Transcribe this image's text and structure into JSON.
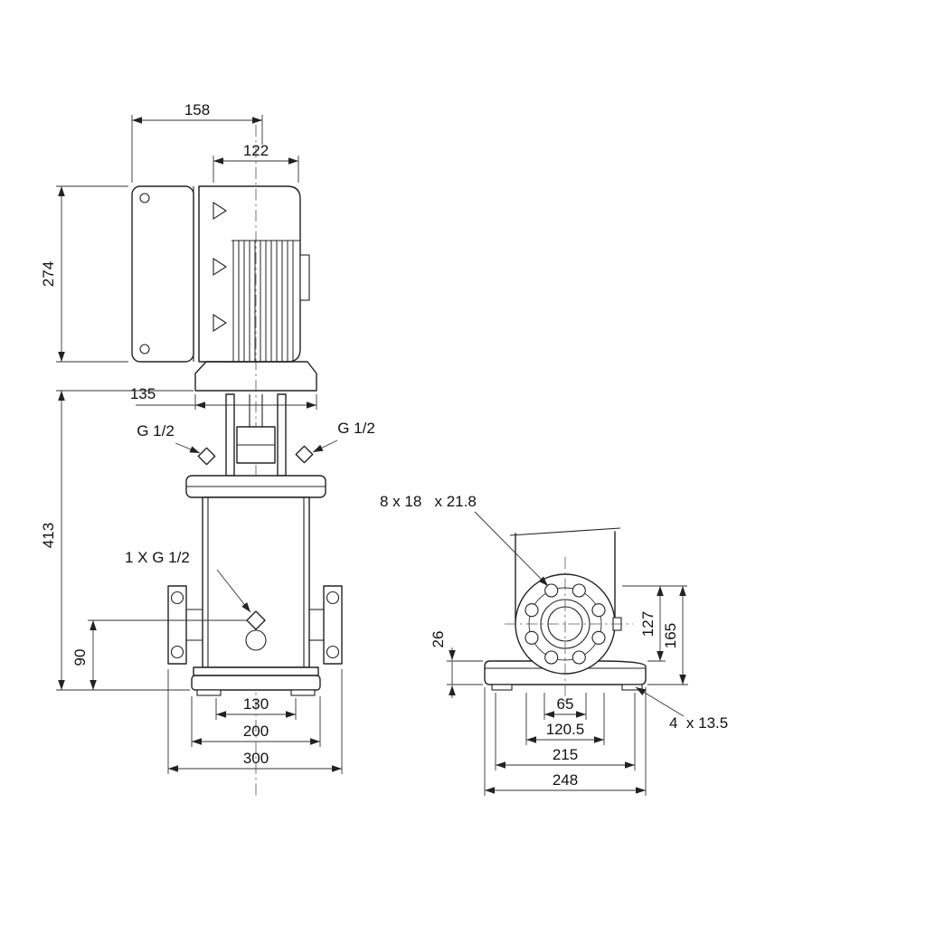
{
  "front_view": {
    "d158": "158",
    "d122": "122",
    "d274": "274",
    "d135": "135",
    "d413": "413",
    "d90": "90",
    "g_half_left": "G 1/2",
    "g_half_right": "G 1/2",
    "drain": "1 X G 1/2",
    "d130": "130",
    "d200": "200",
    "d300": "300"
  },
  "end_view": {
    "bolt_note": "8 x 18   x 21.8",
    "d26": "26",
    "d127": "127",
    "d165": "165",
    "d65": "65",
    "d120_5": "120.5",
    "d215": "215",
    "d248": "248",
    "base_hole_note": "4  x 13.5"
  }
}
